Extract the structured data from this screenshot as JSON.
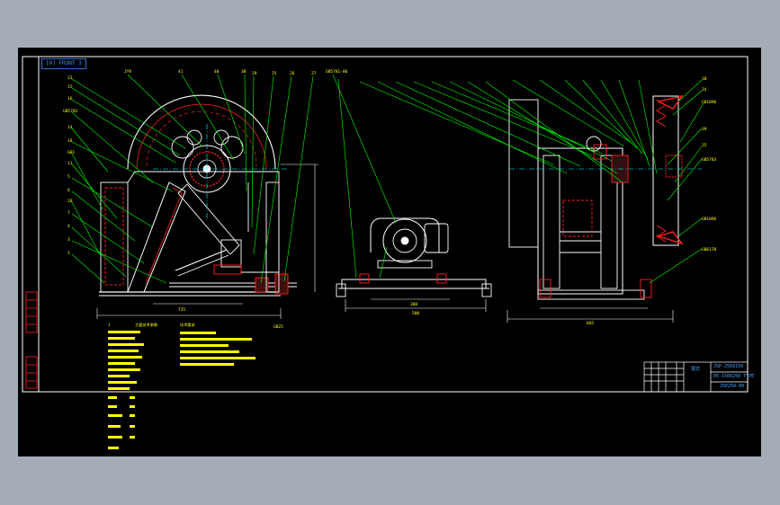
{
  "drawing": {
    "view_tag": "[0] FRONT 3",
    "title_block": {
      "name_cn": "颚式",
      "model": "PE-150X250 TYPE",
      "drawing_no": "JSP-250X150",
      "sheet_no": "JSP250-00"
    },
    "colors": {
      "background": "#000000",
      "outline": "#ffffff",
      "leader": "#00ff00",
      "dimension": "#ffffff",
      "text": "#ffff00",
      "frame_red": "#ff2020",
      "hatch_red": "#c02828",
      "axis": "#00ffff"
    }
  }
}
